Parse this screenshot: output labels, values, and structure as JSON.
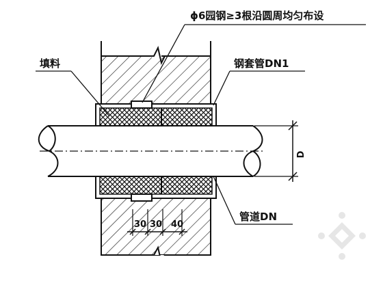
{
  "labels": {
    "rebar_note": "ϕ6园钢≥3根沿圆周均匀布设",
    "filler": "填料",
    "steel_sleeve": "钢套管DN1",
    "pipe": "管道DN",
    "diameter": "D"
  },
  "dimensions": {
    "segment_1": "30",
    "segment_2": "30",
    "segment_3": "40"
  }
}
